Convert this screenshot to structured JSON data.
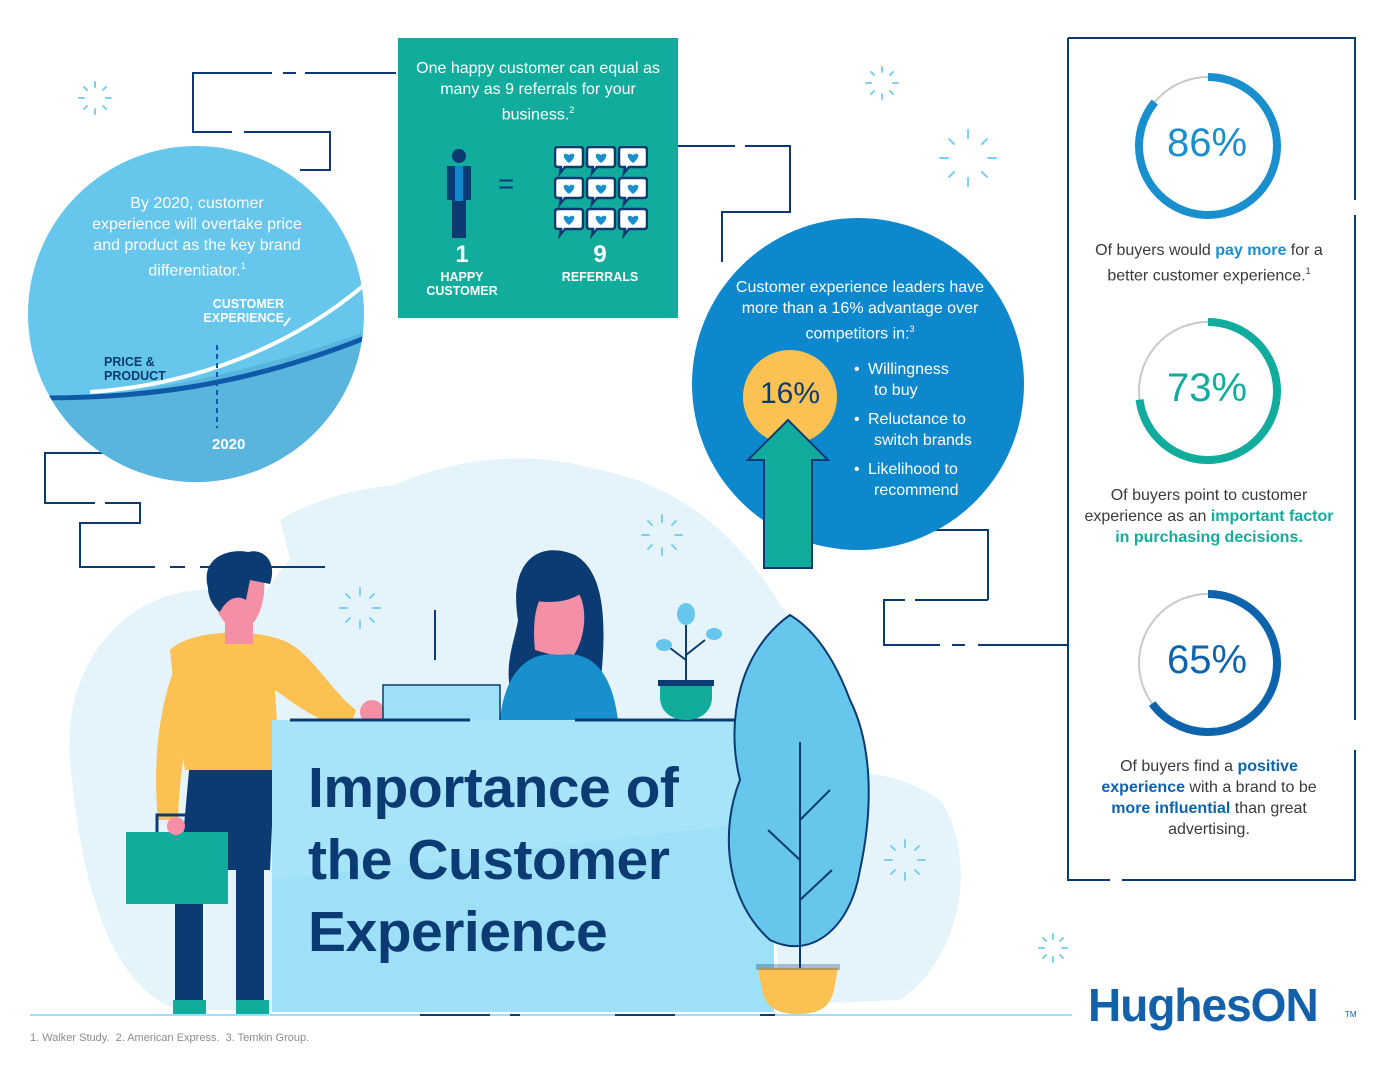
{
  "title": "Importance of the Customer Experience",
  "brand": {
    "name": "HughesON",
    "tm": "TM"
  },
  "footnotes": "1. Walker Study.  2. American Express.  3. Temkin Group.",
  "circle_2020": {
    "text": "By 2020, customer experience will overtake price and product as the key brand differentiator.",
    "footnote": "1",
    "line_customer": [
      "CUSTOMER",
      "EXPERIENCE"
    ],
    "line_price": [
      "PRICE &",
      "PRODUCT"
    ],
    "year": "2020"
  },
  "referral_box": {
    "text": "One happy customer can equal as many as 9 referrals for your business.",
    "footnote": "2",
    "equals": "=",
    "left_number": "1",
    "left_label": [
      "HAPPY",
      "CUSTOMER"
    ],
    "right_number": "9",
    "right_label": "REFERRALS"
  },
  "leaders_circle": {
    "text": "Customer experience leaders have more than a 16% advantage over competitors in:",
    "footnote": "3",
    "badge": "16%",
    "bullets": [
      {
        "line1": "Willingness",
        "line2": "to buy"
      },
      {
        "line1": "Reluctance to",
        "line2": "switch brands"
      },
      {
        "line1": "Likelihood to",
        "line2": "recommend"
      }
    ]
  },
  "stats": [
    {
      "value": "86%",
      "ratio": 0.86,
      "color": "#1a8fce",
      "pre": "Of buyers would ",
      "hl1": "pay more",
      "mid": " for a better customer experience.",
      "foot": "1"
    },
    {
      "value": "73%",
      "ratio": 0.73,
      "color": "#12ac9c",
      "pre": "Of buyers point to customer experience as an ",
      "hl1": "important factor in purchasing decisions."
    },
    {
      "value": "65%",
      "ratio": 0.65,
      "color": "#0e63ad",
      "pre": "Of buyers find a ",
      "hl1": "positive experience",
      "mid": " with a brand to be ",
      "hl2": "more influential",
      "post": " than great advertising."
    }
  ],
  "colors": {
    "navy": "#0b3b72",
    "teal": "#12ac9c",
    "blue": "#0d88cc",
    "sky": "#66c6eb",
    "light": "#e3f4fb",
    "yellow": "#fcc153",
    "pink": "#f58fa6"
  }
}
